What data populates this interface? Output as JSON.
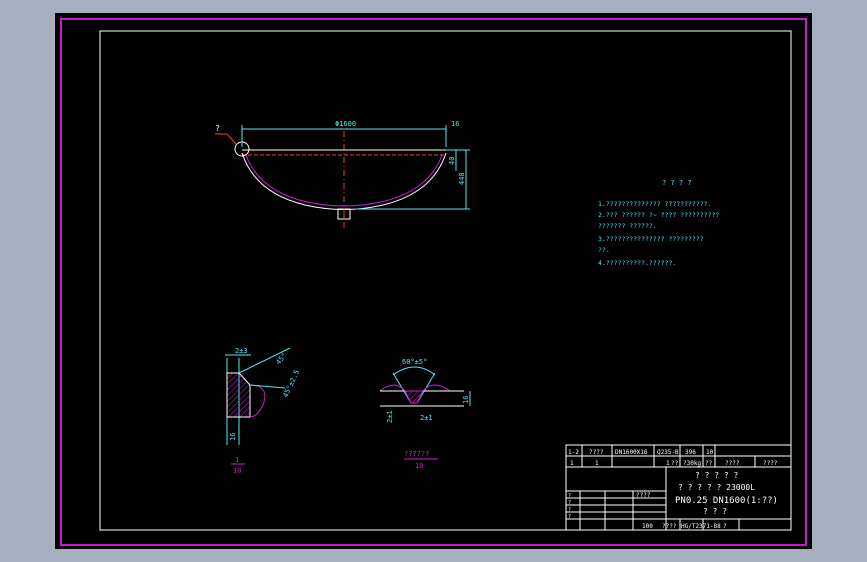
{
  "colors": {
    "background": "#a6afc0",
    "sheet": "#000000",
    "outer_border": "#c21ec8",
    "inner_border": "#ffffff",
    "dimension": "#52e7f0",
    "centerline": "#ff3b30",
    "hatch": "#d01ecf",
    "geometry": "#ffffff",
    "notes": "#52e7f0",
    "title_block": "#ffffff"
  },
  "head_view": {
    "leader_label": "?",
    "diameter_dim": "Φ1600",
    "thickness_dim": "16",
    "straight_flange_dim": "40",
    "total_height_dim": "440"
  },
  "detail_1": {
    "top_dim": "2±3",
    "angle_dim": "45°",
    "bevel_dim": "45°±2.5",
    "bottom_dim": "16",
    "label_num": "1",
    "label_scale": "10"
  },
  "detail_2": {
    "groove_angle": "60°±5°",
    "thickness": "16",
    "root_gap": "2±1",
    "root_face": "2±1",
    "label_text": "??????",
    "label_scale": "10"
  },
  "notes": {
    "title": "? ? ? ?",
    "lines": [
      "1.??????????????  ???????????.",
      "2.???  ?????? ?~ ???? ??????????",
      "  ??????? ??????.",
      "3.???????????????  ?????????",
      "  ??.",
      "4.??????????.??????."
    ]
  },
  "title_block": {
    "top_rows": [
      [
        "1-2",
        "????",
        "DN1600X16",
        "Q235-B",
        "396",
        "10"
      ],
      [
        "1",
        "1",
        "1",
        "??",
        "?30kg",
        "??",
        "????",
        "????"
      ]
    ],
    "right_line1": "? ? ? ? ?",
    "right_line2": "? ? ? ? ? 23000L",
    "right_line3": "PN0.25   DN1600(1:??)",
    "right_line4": "? ? ?",
    "bottom_row": [
      "100",
      "????",
      "HG/T2371-88",
      "?"
    ],
    "left_small": [
      "?",
      "?",
      "?",
      "?"
    ],
    "mid_small": "????"
  }
}
